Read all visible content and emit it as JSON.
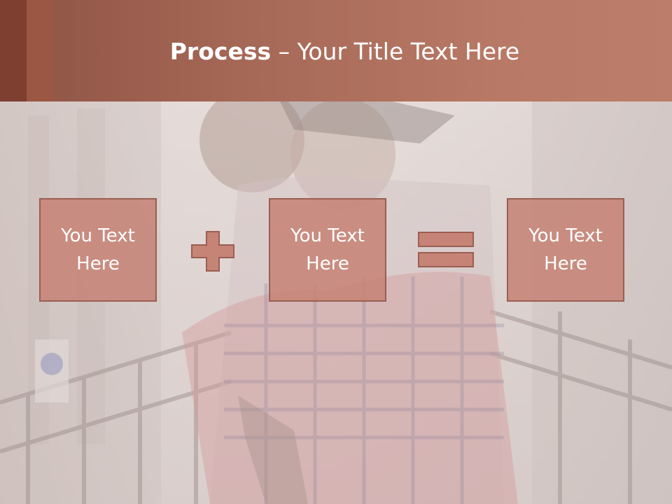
{
  "slide": {
    "title_bold": "Process",
    "title_rest": " – Your Title Text Here"
  },
  "process": {
    "boxes": [
      {
        "label": "You Text\nHere"
      },
      {
        "label": "You Text\nHere"
      },
      {
        "label": "You Text\nHere"
      }
    ],
    "operators": [
      "plus-icon",
      "equals-icon"
    ]
  },
  "colors": {
    "header": "#b06f5d",
    "box_fill": "#c68476",
    "box_border": "#9a5e52",
    "operator": "#c68476"
  }
}
